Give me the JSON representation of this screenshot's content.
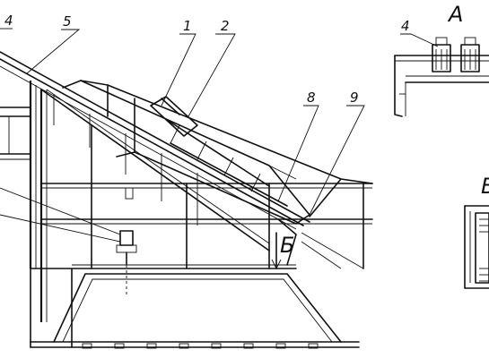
{
  "callouts": {
    "c1": "1",
    "c2": "2",
    "c4": "4",
    "c5": "5",
    "c8": "8",
    "c9": "9",
    "c4_view_a": "4"
  },
  "views": {
    "view_a": "А",
    "view_b": "Б",
    "view_b_arrow": "Б"
  }
}
